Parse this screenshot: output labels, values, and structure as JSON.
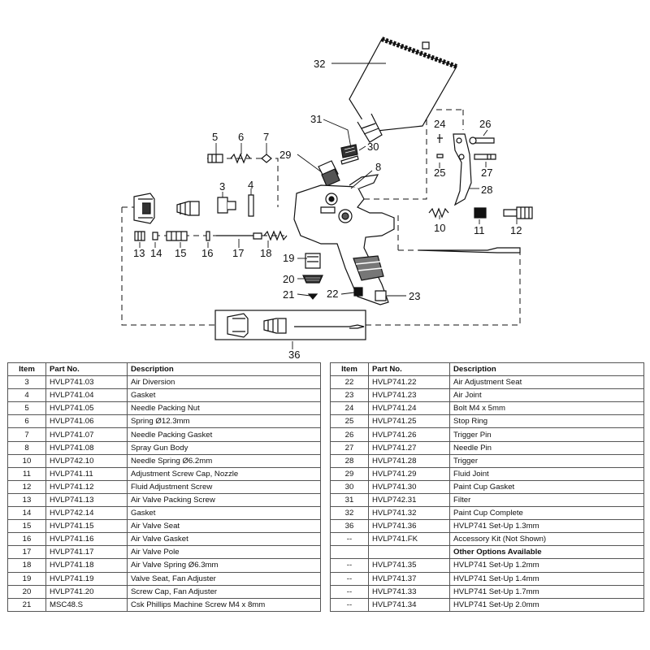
{
  "callouts": {
    "n3": "3",
    "n4": "4",
    "n5": "5",
    "n6": "6",
    "n7": "7",
    "n8": "8",
    "n10": "10",
    "n11": "11",
    "n12": "12",
    "n13": "13",
    "n14": "14",
    "n15": "15",
    "n16": "16",
    "n17": "17",
    "n18": "18",
    "n19": "19",
    "n20": "20",
    "n21": "21",
    "n22": "22",
    "n23": "23",
    "n24": "24",
    "n25": "25",
    "n26": "26",
    "n27": "27",
    "n28": "28",
    "n29": "29",
    "n30": "30",
    "n31": "31",
    "n32": "32",
    "n36": "36"
  },
  "table_headers": {
    "item": "Item",
    "part_no": "Part No.",
    "description": "Description"
  },
  "left_table": [
    {
      "item": "3",
      "part": "HVLP741.03",
      "desc": "Air Diversion"
    },
    {
      "item": "4",
      "part": "HVLP741.04",
      "desc": "Gasket"
    },
    {
      "item": "5",
      "part": "HVLP741.05",
      "desc": "Needle Packing Nut"
    },
    {
      "item": "6",
      "part": "HVLP741.06",
      "desc": "Spring Ø12.3mm"
    },
    {
      "item": "7",
      "part": "HVLP741.07",
      "desc": "Needle Packing Gasket"
    },
    {
      "item": "8",
      "part": "HVLP741.08",
      "desc": "Spray Gun Body"
    },
    {
      "item": "10",
      "part": "HVLP742.10",
      "desc": "Needle Spring Ø6.2mm"
    },
    {
      "item": "11",
      "part": "HVLP741.11",
      "desc": "Adjustment Screw Cap, Nozzle"
    },
    {
      "item": "12",
      "part": "HVLP741.12",
      "desc": "Fluid Adjustment Screw"
    },
    {
      "item": "13",
      "part": "HVLP741.13",
      "desc": "Air Valve Packing Screw"
    },
    {
      "item": "14",
      "part": "HVLP742.14",
      "desc": "Gasket"
    },
    {
      "item": "15",
      "part": "HVLP741.15",
      "desc": "Air Valve Seat"
    },
    {
      "item": "16",
      "part": "HVLP741.16",
      "desc": "Air Valve Gasket"
    },
    {
      "item": "17",
      "part": "HVLP741.17",
      "desc": "Air Valve Pole"
    },
    {
      "item": "18",
      "part": "HVLP741.18",
      "desc": "Air Valve Spring Ø6.3mm"
    },
    {
      "item": "19",
      "part": "HVLP741.19",
      "desc": "Valve Seat, Fan Adjuster"
    },
    {
      "item": "20",
      "part": "HVLP741.20",
      "desc": "Screw Cap, Fan Adjuster"
    },
    {
      "item": "21",
      "part": "MSC48.S",
      "desc": "Csk Phillips Machine Screw M4 x 8mm"
    }
  ],
  "right_table": [
    {
      "item": "22",
      "part": "HVLP741.22",
      "desc": "Air Adjustment Seat"
    },
    {
      "item": "23",
      "part": "HVLP741.23",
      "desc": "Air Joint"
    },
    {
      "item": "24",
      "part": "HVLP741.24",
      "desc": "Bolt M4 x 5mm"
    },
    {
      "item": "25",
      "part": "HVLP741.25",
      "desc": "Stop Ring"
    },
    {
      "item": "26",
      "part": "HVLP741.26",
      "desc": "Trigger Pin"
    },
    {
      "item": "27",
      "part": "HVLP741.27",
      "desc": "Needle Pin"
    },
    {
      "item": "28",
      "part": "HVLP741.28",
      "desc": "Trigger"
    },
    {
      "item": "29",
      "part": "HVLP741.29",
      "desc": "Fluid Joint"
    },
    {
      "item": "30",
      "part": "HVLP741.30",
      "desc": "Paint Cup Gasket"
    },
    {
      "item": "31",
      "part": "HVLP742.31",
      "desc": "Filter"
    },
    {
      "item": "32",
      "part": "HVLP741.32",
      "desc": "Paint Cup Complete"
    },
    {
      "item": "36",
      "part": "HVLP741.36",
      "desc": "HVLP741 Set-Up 1.3mm"
    },
    {
      "item": "--",
      "part": "HVLP741.FK",
      "desc": "Accessory Kit (Not Shown)"
    },
    {
      "item": "",
      "part": "",
      "desc": "Other Options Available",
      "bold": true
    },
    {
      "item": "--",
      "part": "HVLP741.35",
      "desc": "HVLP741 Set-Up 1.2mm"
    },
    {
      "item": "--",
      "part": "HVLP741.37",
      "desc": "HVLP741 Set-Up 1.4mm"
    },
    {
      "item": "--",
      "part": "HVLP741.33",
      "desc": "HVLP741 Set-Up 1.7mm"
    },
    {
      "item": "--",
      "part": "HVLP741.34",
      "desc": "HVLP741 Set-Up 2.0mm"
    }
  ]
}
